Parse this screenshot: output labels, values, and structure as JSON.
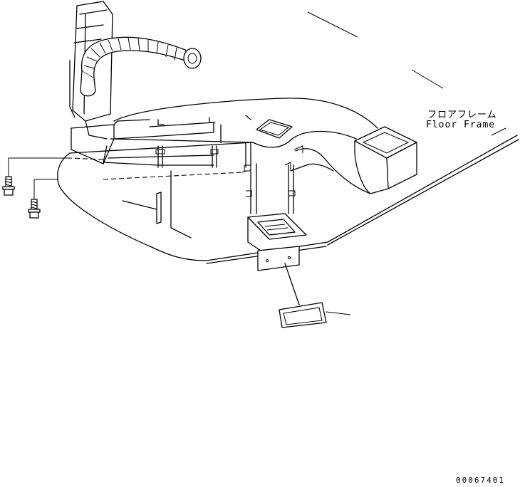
{
  "labels": {
    "floor_frame_jp": "フロアフレーム",
    "floor_frame_en": "Floor Frame"
  },
  "drawing_number": "00067401",
  "colors": {
    "line": "#000000",
    "background": "#ffffff"
  }
}
